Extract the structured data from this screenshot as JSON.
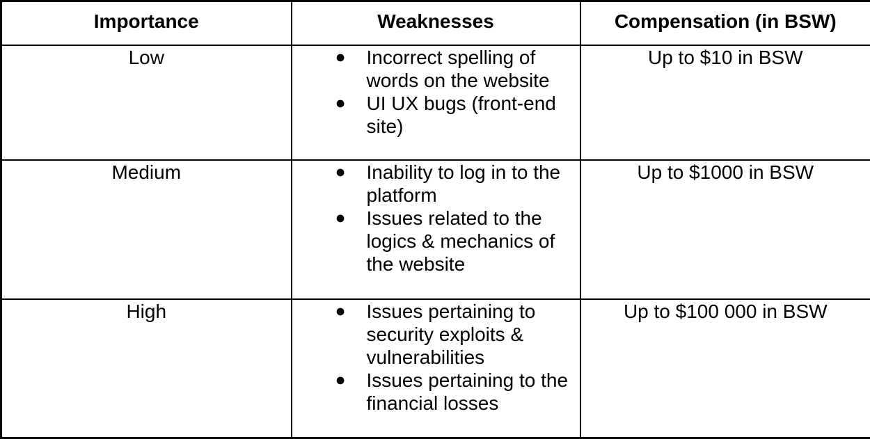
{
  "table": {
    "bullet_icon": "●",
    "colors": {
      "border": "#000000",
      "background": "#ffffff",
      "text": "#000000"
    },
    "columns": [
      {
        "label": "Importance"
      },
      {
        "label": "Weaknesses"
      },
      {
        "label": "Compensation (in BSW)"
      }
    ],
    "rows": [
      {
        "importance": "Low",
        "weaknesses": [
          "Incorrect spelling of words on the website",
          "UI UX bugs (front-end site)"
        ],
        "compensation": "Up to $10 in BSW"
      },
      {
        "importance": "Medium",
        "weaknesses": [
          "Inability to log in to the platform",
          "Issues related to the logics & mechanics of the website"
        ],
        "compensation": "Up to $1000 in BSW"
      },
      {
        "importance": "High",
        "weaknesses": [
          "Issues pertaining to security exploits & vulnerabilities",
          "Issues pertaining to the financial losses"
        ],
        "compensation": "Up to $100 000 in BSW"
      }
    ]
  }
}
